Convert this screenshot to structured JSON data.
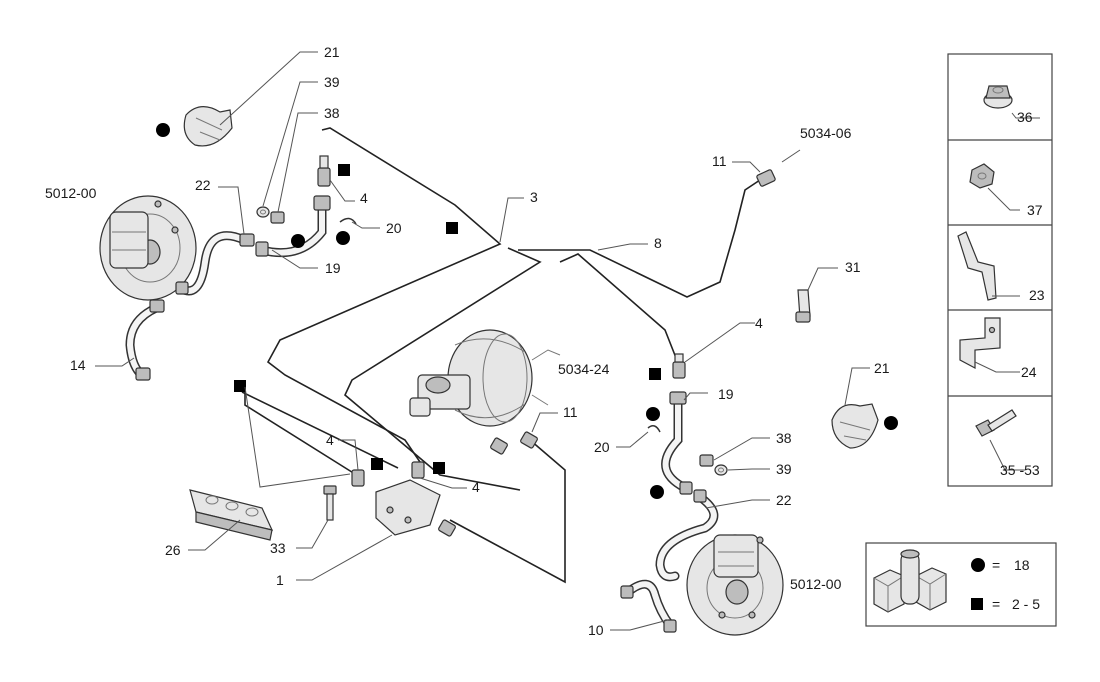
{
  "callouts": {
    "c21_top": "21",
    "c39_top": "39",
    "c38_top": "38",
    "c22_left": "22",
    "c5012_left": "5012-00",
    "c4_top": "4",
    "c20_top": "20",
    "c19_top": "19",
    "c3": "3",
    "c14": "14",
    "c8": "8",
    "c11_top": "11",
    "c5034_06": "5034-06",
    "c31": "31",
    "c4_mid": "4",
    "c5034_24": "5034-24",
    "c11_mid": "11",
    "c19_mid": "19",
    "c20_mid": "20",
    "c38_mid": "38",
    "c39_mid": "39",
    "c22_right": "22",
    "c5012_right": "5012-00",
    "c10": "10",
    "c4_left": "4",
    "c4_low": "4",
    "c26": "26",
    "c33": "33",
    "c1": "1",
    "c21_right": "21"
  },
  "side_panel": {
    "p36": "36",
    "p37": "37",
    "p23": "23",
    "p24": "24",
    "p35": "35 -53"
  },
  "legend": {
    "circle_eq": "=",
    "circle_value": "18",
    "square_eq": "=",
    "square_value": "2 - 5"
  }
}
